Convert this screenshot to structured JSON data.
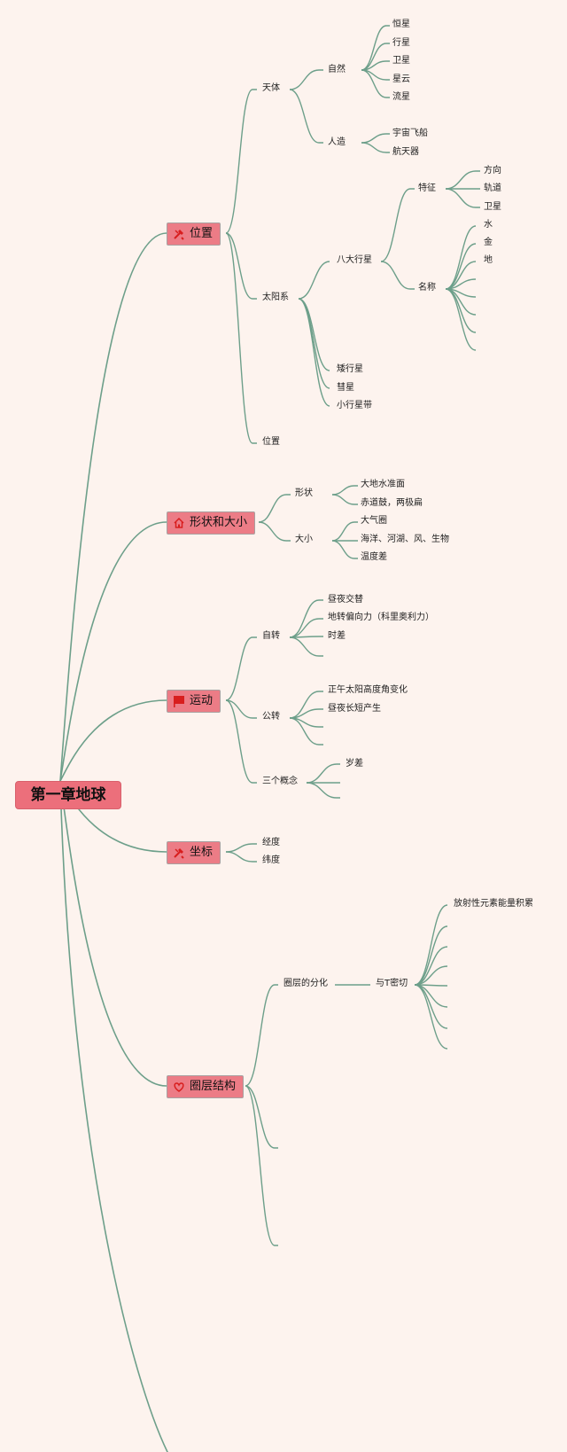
{
  "colors": {
    "line": "#6d9f8a",
    "root_fill": "#ec6f7b",
    "topic_fill": "#ec7c86",
    "background": "#fdf3ee",
    "icon": "#d81e1e"
  },
  "root": {
    "label": "第一章地球"
  },
  "topics": {
    "position": {
      "label": "位置",
      "icon": "tools-icon"
    },
    "shape": {
      "label": "形状和大小",
      "icon": "house-icon"
    },
    "motion": {
      "label": "运动",
      "icon": "flag-icon"
    },
    "coords": {
      "label": "坐标",
      "icon": "tools-icon"
    },
    "layers": {
      "label": "圈层结构",
      "icon": "heart-icon"
    }
  },
  "position": {
    "tianti": "天体",
    "ziran": "自然",
    "ziran_items": [
      "恒星",
      "行星",
      "卫星",
      "星云",
      "流星"
    ],
    "renzao": "人造",
    "renzao_items": [
      "宇宙飞船",
      "航天器"
    ],
    "taiyangxi": "太阳系",
    "bada": "八大行星",
    "tezheng": "特征",
    "tezheng_items": [
      "方向",
      "轨道",
      "卫星"
    ],
    "mingcheng": "名称",
    "mingcheng_items": [
      "水",
      "金",
      "地"
    ],
    "others": [
      "矮行星",
      "彗星",
      "小行星带"
    ],
    "weizhi": "位置"
  },
  "shape": {
    "xingzhuang": "形状",
    "xingzhuang_items": [
      "大地水准面",
      "赤道鼓，两极扁"
    ],
    "daxiao": "大小",
    "daxiao_items": [
      "大气圈",
      "海洋、河湖、风、生物",
      "温度差"
    ]
  },
  "motion": {
    "zizhuan": "自转",
    "zizhuan_items": [
      "昼夜交替",
      "地转偏向力（科里奥利力）",
      "时差"
    ],
    "gongzhuan": "公转",
    "gongzhuan_items": [
      "正午太阳高度角变化",
      "昼夜长短产生"
    ],
    "sange": "三个概念",
    "sange_items": [
      "岁差"
    ]
  },
  "coords": {
    "items": [
      "经度",
      "纬度"
    ]
  },
  "layers": {
    "fenhua": "圈层的分化",
    "yu_t": "与T密切",
    "yu_t_items": [
      "放射性元素能量积累"
    ]
  }
}
